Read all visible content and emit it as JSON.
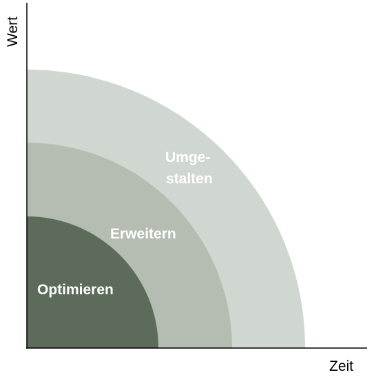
{
  "axes": {
    "y_label": "Wert",
    "x_label": "Zeit"
  },
  "rings": [
    {
      "id": "transform",
      "label_lines": [
        "Umge-",
        "stalten"
      ],
      "color": "#d0d6d0"
    },
    {
      "id": "extend",
      "label_lines": [
        "Erweitern"
      ],
      "color": "#b5bdb3"
    },
    {
      "id": "optimize",
      "label_lines": [
        "Optimieren"
      ],
      "color": "#5c6b5a"
    }
  ],
  "colors": {
    "axis": "#000000",
    "label_text": "#ffffff",
    "background": "#ffffff"
  }
}
